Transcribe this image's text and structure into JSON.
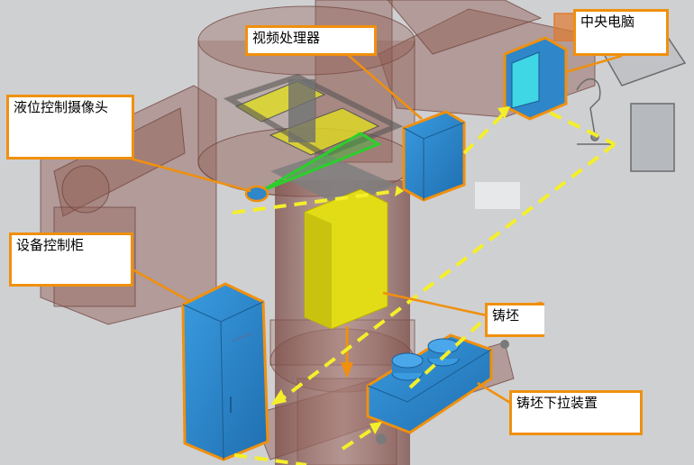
{
  "labels": {
    "video_processor": "视频处理器",
    "central_pc": "中央电脑",
    "level_camera": "液位控制摄像头",
    "control_cabinet": "设备控制柜",
    "billet": "铸坯",
    "billet_pulldown": "铸坯下拉装置"
  },
  "colors": {
    "background": "#cfd0d2",
    "machine": "#8e5c53",
    "device_blue": "#2f86c9",
    "outline_orange": "#f0900e",
    "dash_yellow": "#f4ef2a",
    "billet_yellow": "#e2dc17",
    "beam_green": "#2ccf2c"
  }
}
